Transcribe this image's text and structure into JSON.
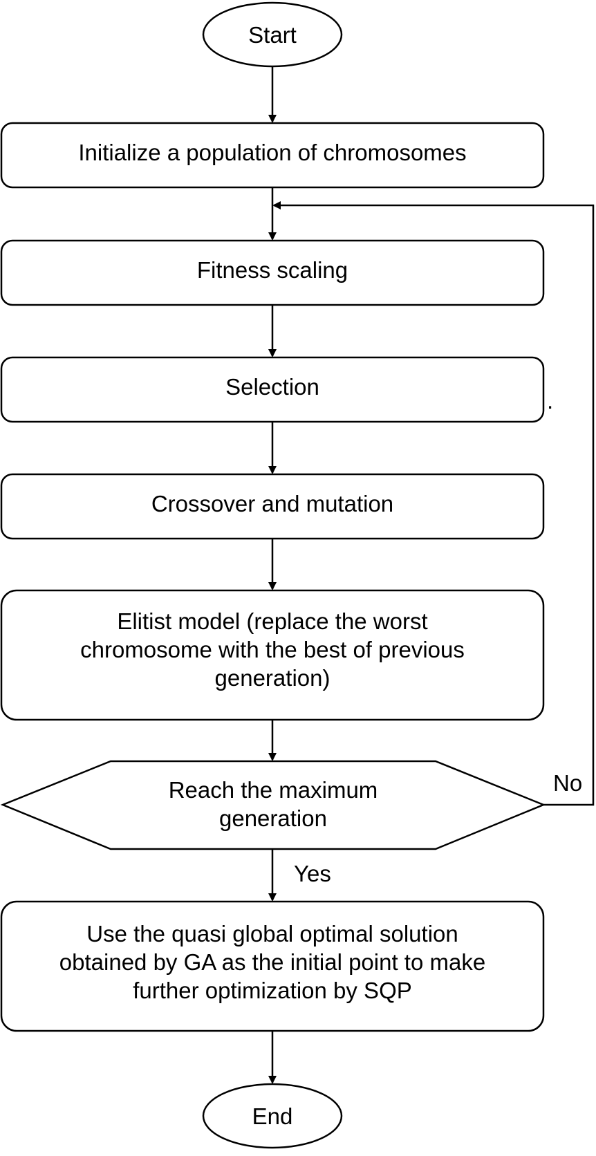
{
  "flowchart": {
    "start_label": "Start",
    "step_init": "Initialize a population of chromosomes",
    "step_fitness": "Fitness scaling",
    "step_selection": "Selection",
    "step_crossover": "Crossover and mutation",
    "step_elitist": "Elitist model (replace the worst\nchromosome with the best of previous\ngeneration)",
    "decision_label": "Reach the maximum\ngeneration",
    "edge_yes": "Yes",
    "edge_no": "No",
    "step_sqp": "Use the quasi global optimal solution\nobtained by GA as the initial point to make\nfurther optimization by SQP",
    "end_label": "End",
    "stray_mark": "."
  },
  "colors": {
    "stroke": "#000000",
    "background": "#ffffff"
  }
}
